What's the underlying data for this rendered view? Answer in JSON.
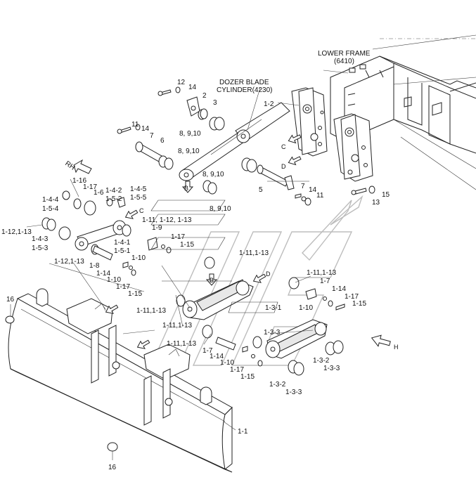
{
  "drawing": {
    "lower_frame_label": "LOWER FRAME",
    "lower_frame_code": "(6410)",
    "dozer_cyl_label": "DOZER BLADE",
    "dozer_cyl_code": "CYLINDER(4230)",
    "rh_label": "RH",
    "arrow_letters": [
      "B",
      "C",
      "D",
      "H"
    ]
  },
  "callouts": {
    "c12": "12",
    "c14a": "14",
    "c2": "2",
    "c3": "3",
    "c1_2": "1-2",
    "c11": "11",
    "c14b": "14",
    "c7a": "7",
    "c6": "6",
    "c8910a": "8, 9,10",
    "c8910b": "8, 9,10",
    "c8910c": "8, 9,10",
    "c8910d": "8, 9,10",
    "c5": "5",
    "c7b": "7",
    "c14c": "14",
    "c11b": "11",
    "c15": "15",
    "c13": "13",
    "c1_16": "1-16",
    "c1_17a": "1-17",
    "c1_6": "1-6",
    "c1_4_2": "1-4-2",
    "c1_4_5": "1-4-5",
    "c1_5_2": "1-5-2",
    "c1_5_5": "1-5-5",
    "c1_4_4": "1-4-4",
    "c1_5_4": "1-5-4",
    "c1_12_13a": "1-12,1-13",
    "c1_4_3": "1-4-3",
    "c1_5_3": "1-5-3",
    "c1_11_12_13": "1-11, 1-12, 1-13",
    "c1_9": "1-9",
    "c1_17b": "1-17",
    "c1_15a": "1-15",
    "c1_4_1": "1-4-1",
    "c1_5_1": "1-5-1",
    "c1_10a": "1-10",
    "c1_12_13b": "1-12,1-13",
    "c1_8": "1-8",
    "c1_14a": "1-14",
    "c1_10b": "1-10",
    "c1_17c": "1-17",
    "c1_15b": "1-15",
    "c1_11_13a": "1-11,1-13",
    "c1_11_13b": "1-11,1-13",
    "c1_7a": "1-7",
    "c1_14b": "1-14",
    "c1_17d": "1-17",
    "c1_15c": "1-15",
    "c1_3_1": "1-3-1",
    "c1_10c": "1-10",
    "c1_11_13c": "1-11,1-13",
    "c1_11_13d": "1-11,1-13",
    "c1_3_3a": "1-3-3",
    "c1_7b": "1-7",
    "c1_14c": "1-14",
    "c1_10d": "1-10",
    "c1_17e": "1-17",
    "c1_15d": "1-15",
    "c1_3_2a": "1-3-2",
    "c1_3_3b": "1-3-3",
    "c1_3_2b": "1-3-2",
    "c1_3_3c": "1-3-3",
    "c16a": "16",
    "c16b": "16",
    "c1_1": "1-1"
  }
}
